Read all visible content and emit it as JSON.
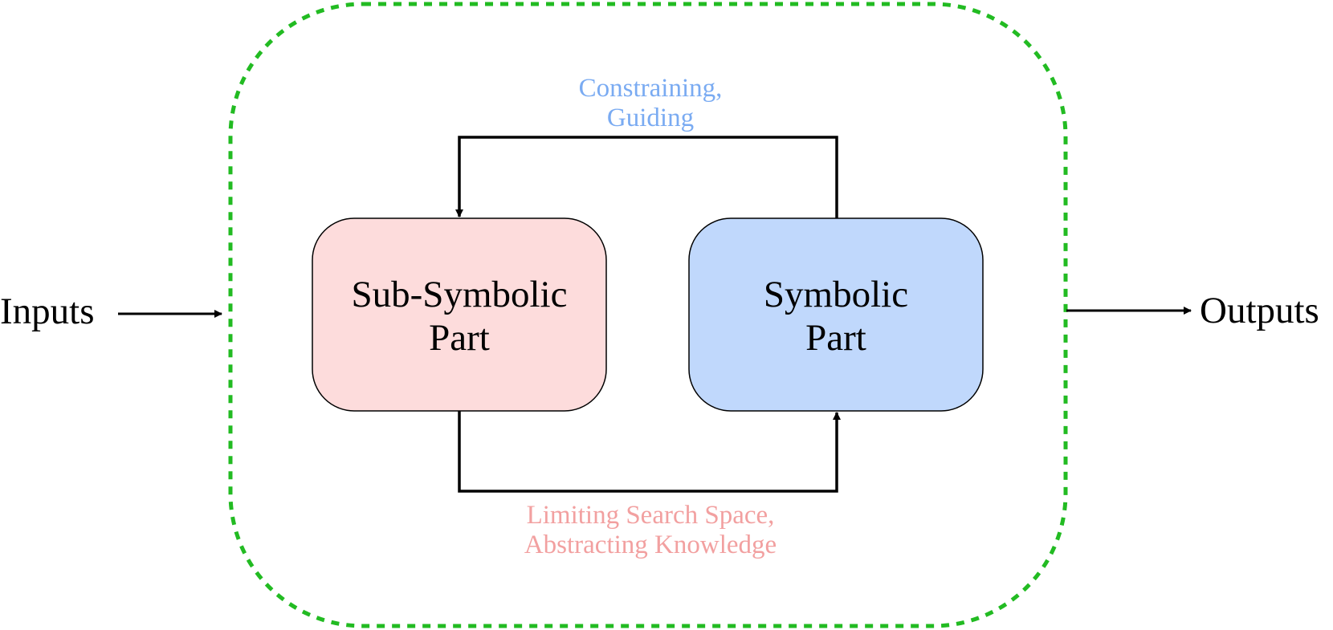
{
  "diagram": {
    "input_label": "Inputs",
    "output_label": "Outputs",
    "sub_symbolic": {
      "line1": "Sub-Symbolic",
      "line2": "Part",
      "fill": "#fddcdc"
    },
    "symbolic": {
      "line1": "Symbolic",
      "line2": "Part",
      "fill": "#c0d8fc"
    },
    "feedback_top": {
      "line1": "Constraining,",
      "line2": "Guiding",
      "color": "#7aabf2"
    },
    "feedback_bottom": {
      "line1": "Limiting Search Space,",
      "line2": "Abstracting Knowledge",
      "color": "#f2a0a0"
    },
    "container_border_color": "#22bb22"
  }
}
